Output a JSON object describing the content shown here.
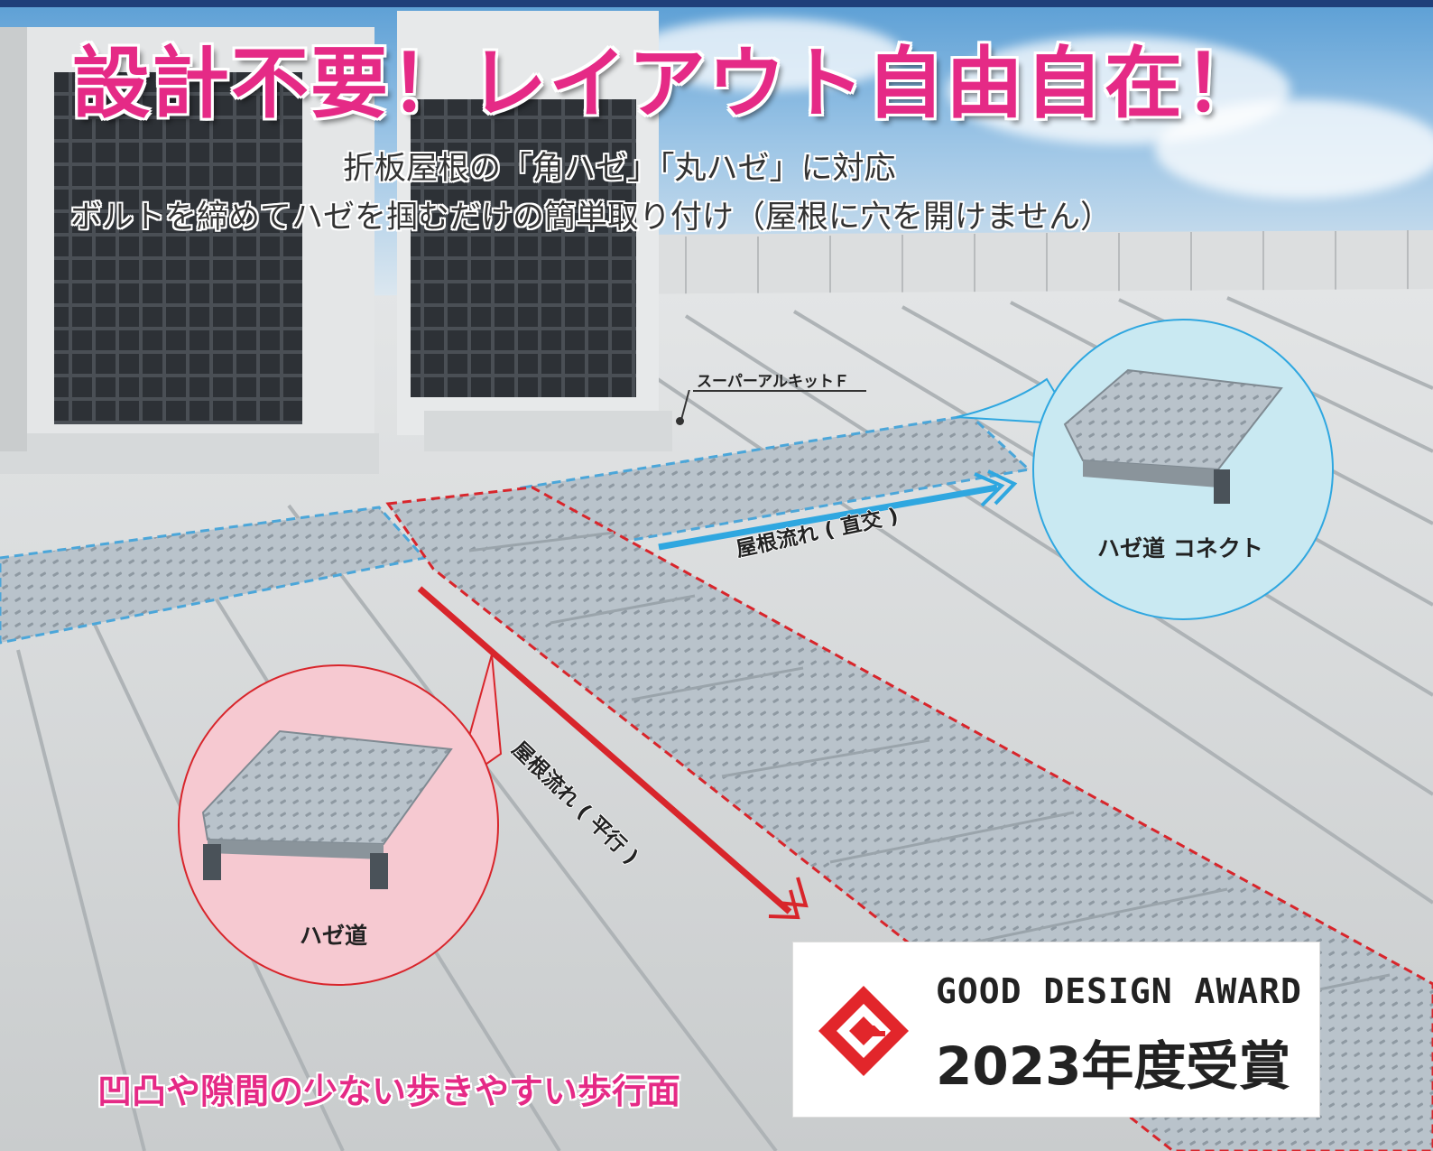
{
  "headline": "設計不要！レイアウト自由自在！",
  "subheadings": [
    "折板屋根の「角ハゼ」「丸ハゼ」に対応",
    "ボルトを締めてハゼを掴むだけの簡単取り付け（屋根に穴を開けません）"
  ],
  "labels": {
    "kit": "スーパーアルキットＦ",
    "flow_cross": "屋根流れ ( 直交 )",
    "flow_parallel": "屋根流れ ( 平行 )"
  },
  "products": {
    "connect": "ハゼ道 コネクト",
    "hazemichi": "ハゼ道"
  },
  "bottom_note": "凹凸や隙間の少ない歩きやすい歩行面",
  "award": {
    "title": "GOOD DESIGN AWARD",
    "year": "2023年度受賞"
  },
  "colors": {
    "headline_pink": "#e52a86",
    "connect_blue": "#2fa7e0",
    "hazemichi_red": "#d8252b",
    "bubble_blue_fill": "#c9e9f2",
    "bubble_pink_fill": "#f6c9d1",
    "award_red": "#e2262b"
  }
}
